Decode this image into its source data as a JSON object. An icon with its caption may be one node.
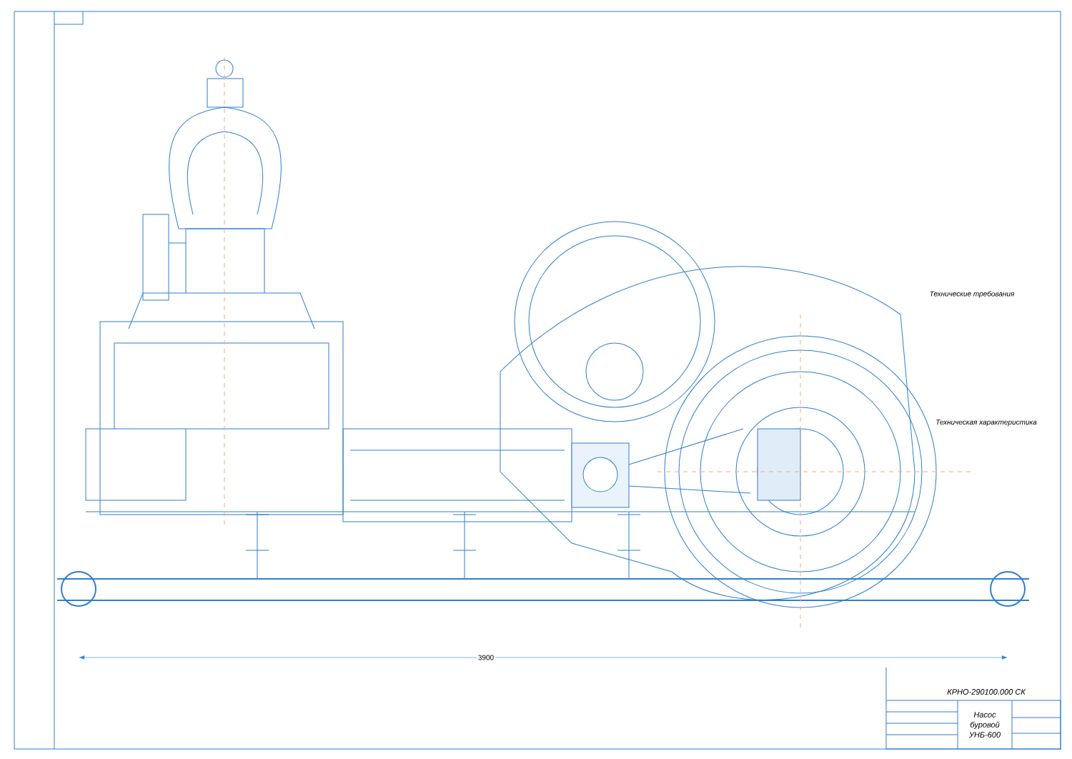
{
  "diagram": {
    "title": "Насос буровой УНБ-600",
    "labels": [
      "Технические требования",
      "Техническая характеристика",
      "3900",
      "КРНО-290100.000 СК"
    ]
  }
}
